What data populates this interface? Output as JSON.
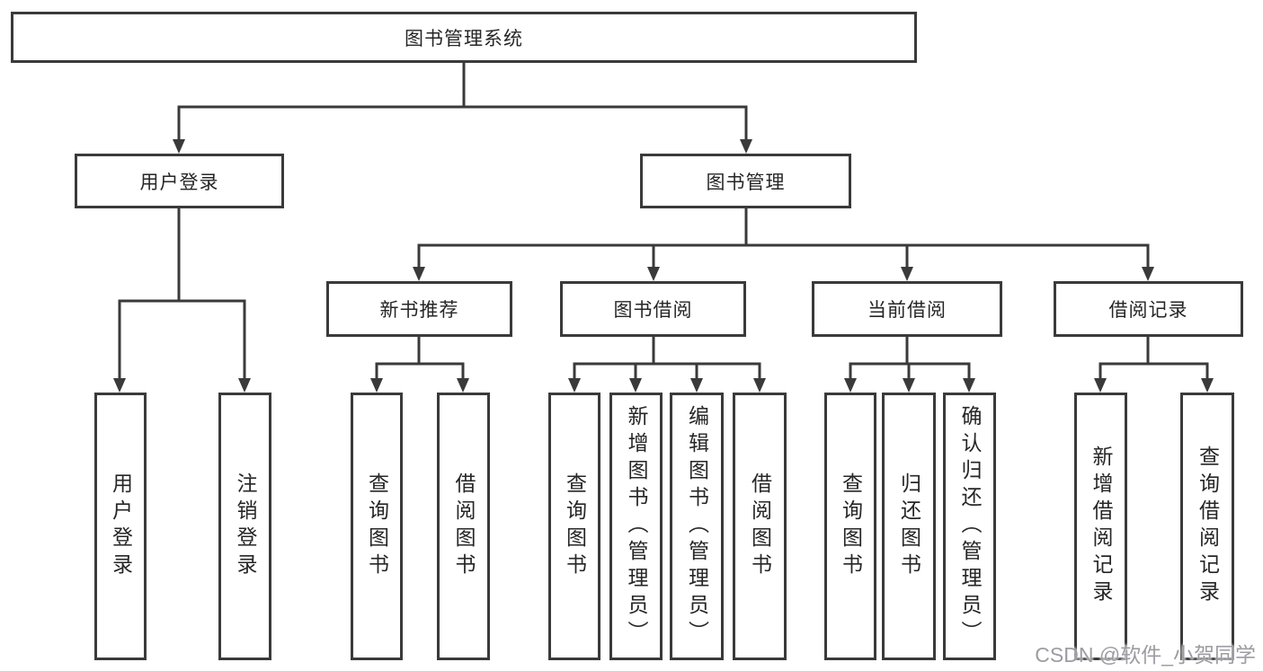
{
  "diagram": {
    "title": "图书管理系统",
    "children": [
      {
        "label": "用户登录",
        "children": [
          {
            "label": "用户登录"
          },
          {
            "label": "注销登录"
          }
        ]
      },
      {
        "label": "图书管理",
        "children": [
          {
            "label": "新书推荐",
            "children": [
              {
                "label": "查询图书"
              },
              {
                "label": "借阅图书"
              }
            ]
          },
          {
            "label": "图书借阅",
            "children": [
              {
                "label": "查询图书"
              },
              {
                "label": "新增图书（管理员）"
              },
              {
                "label": "编辑图书（管理员）"
              },
              {
                "label": "借阅图书"
              }
            ]
          },
          {
            "label": "当前借阅",
            "children": [
              {
                "label": "查询图书"
              },
              {
                "label": "归还图书"
              },
              {
                "label": "确认归还（管理员）"
              }
            ]
          },
          {
            "label": "借阅记录",
            "children": [
              {
                "label": "新增借阅记录"
              },
              {
                "label": "查询借阅记录"
              }
            ]
          }
        ]
      }
    ]
  },
  "watermark": "CSDN @软件_小贺同学",
  "colors": {
    "line": "#3a3a3a",
    "text": "#262626",
    "watermark": "#9c9ca2"
  }
}
